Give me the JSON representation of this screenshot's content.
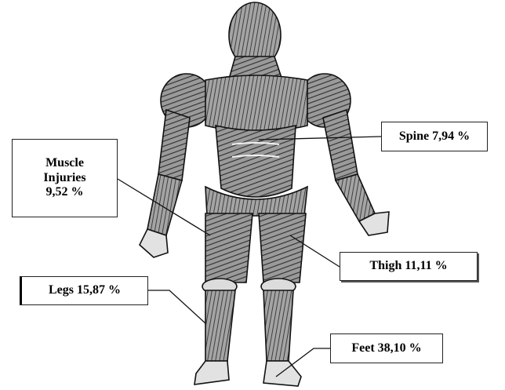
{
  "labels": {
    "muscle_line1": "Muscle",
    "muscle_line2": "Injuries",
    "muscle_value": "9,52 %",
    "spine": "Spine 7,94 %",
    "thigh": "Thigh 11,11 %",
    "legs": "Legs 15,87 %",
    "feet": "Feet 38,10 %"
  },
  "colors": {
    "skin": "#d6d6d6",
    "muscle_dark": "#3a3a3a",
    "outline": "#111111"
  }
}
